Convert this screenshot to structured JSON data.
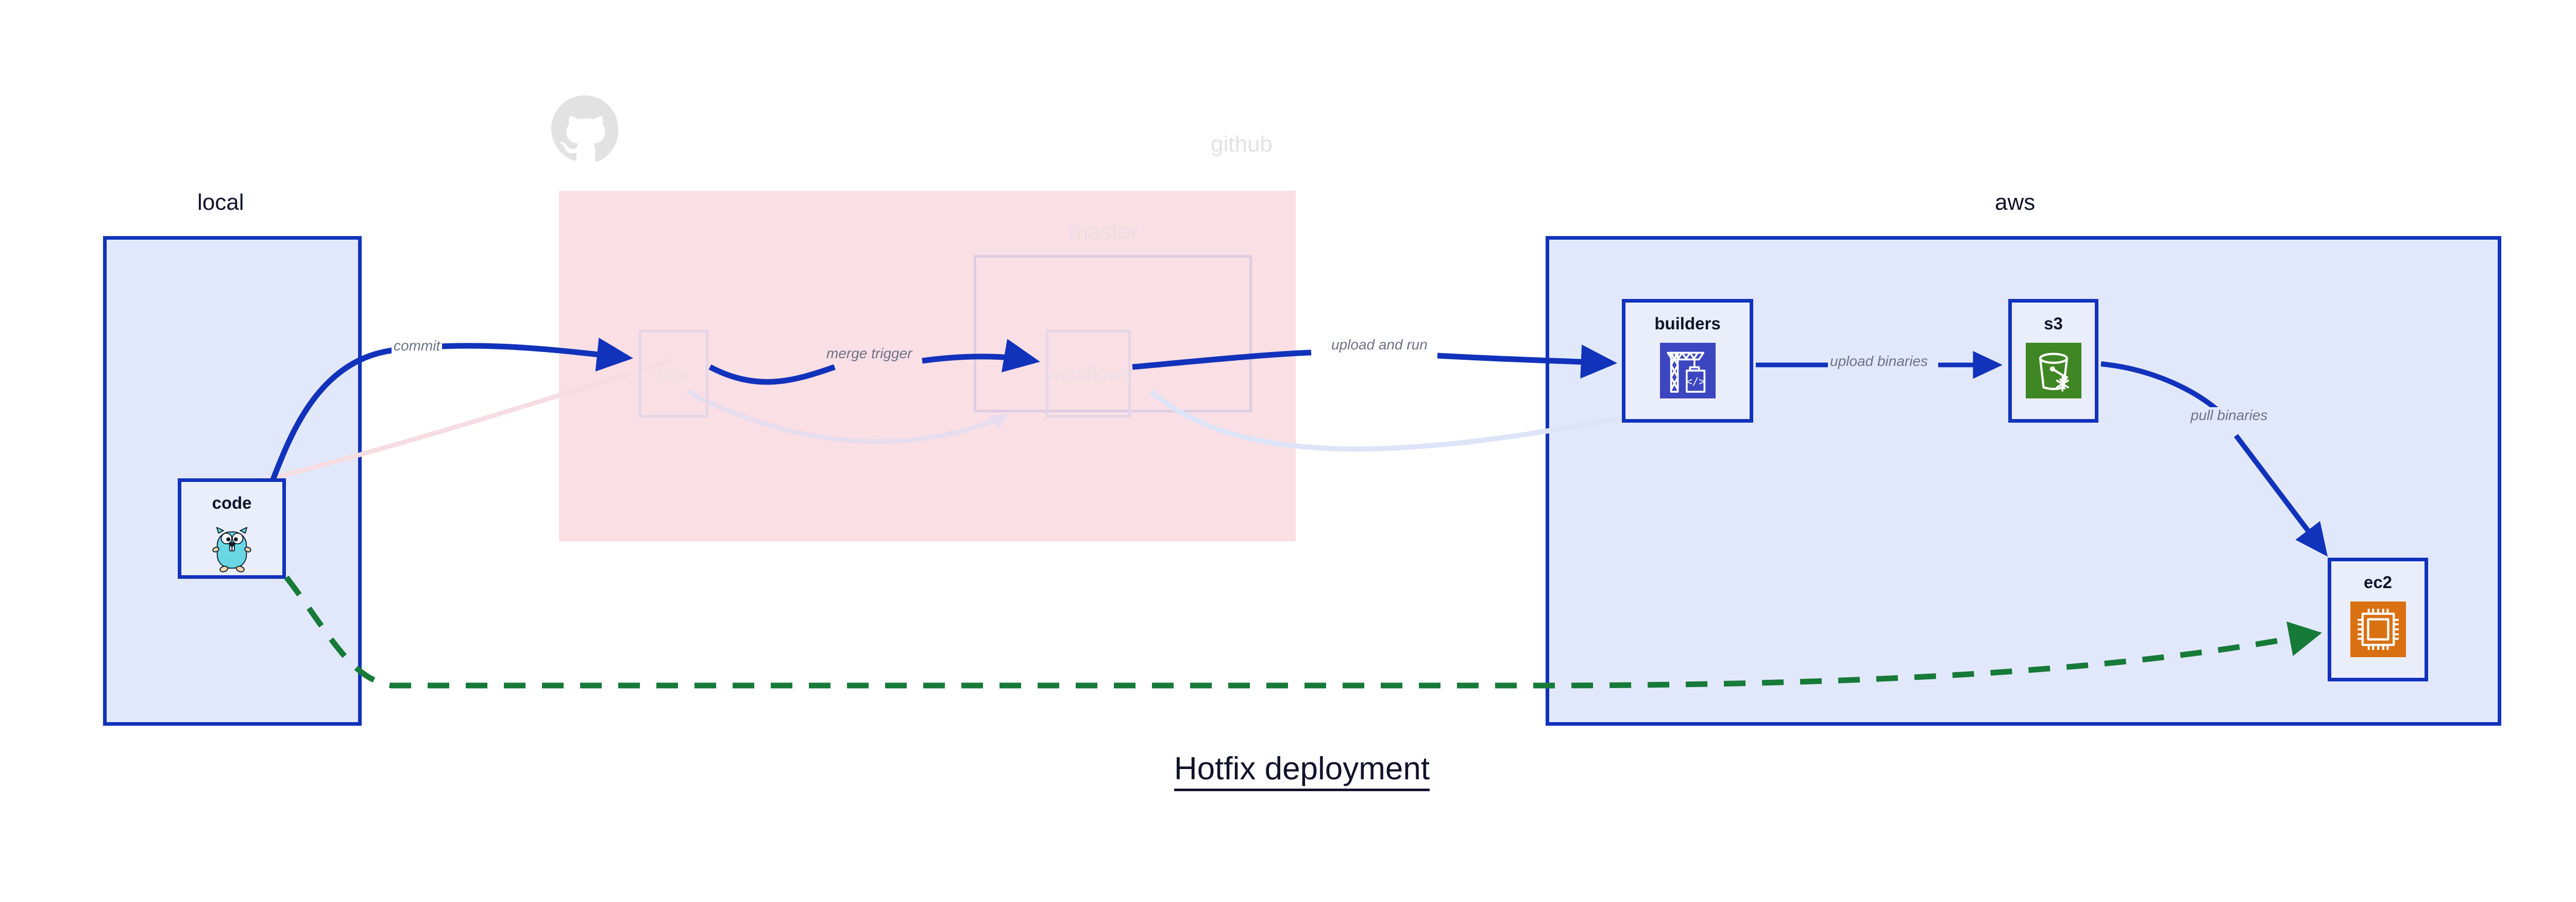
{
  "title": "Hotfix deployment",
  "colors": {
    "group_border_blue": "#1132bb",
    "group_fill_blue": "#e2e8fb",
    "group_fill_pink": "#fadfe4",
    "edge_active": "#1132bb",
    "edge_hotfix": "#167a38",
    "edge_label_text": "#6d7287",
    "faded_text": "#e2e2e2",
    "builders_icon_bg": "#3c46c0",
    "s3_icon_bg": "#3f8624",
    "ec2_icon_bg": "#d97012",
    "gopher_body": "#6ad7e5"
  },
  "groups": [
    {
      "id": "local",
      "label": "local",
      "faded": false
    },
    {
      "id": "github",
      "label": "github",
      "faded": true
    },
    {
      "id": "master",
      "label": "master",
      "faded": true
    },
    {
      "id": "aws",
      "label": "aws",
      "faded": false
    }
  ],
  "nodes": [
    {
      "id": "code",
      "label": "code",
      "icon": "go-gopher-icon",
      "faded": false
    },
    {
      "id": "dev",
      "label": "dev",
      "icon": "none",
      "faded": true
    },
    {
      "id": "workflows",
      "label": "workflows",
      "icon": "none",
      "faded": true
    },
    {
      "id": "builders",
      "label": "builders",
      "icon": "aws-codebuild-icon",
      "faded": false
    },
    {
      "id": "s3",
      "label": "s3",
      "icon": "aws-s3-glacier-icon",
      "faded": false
    },
    {
      "id": "ec2",
      "label": "ec2",
      "icon": "aws-ec2-icon",
      "faded": false
    }
  ],
  "edges": [
    {
      "id": "commit",
      "label": "commit",
      "from": "code",
      "to": "dev",
      "style": "solid",
      "color": "#1132bb",
      "state": "active"
    },
    {
      "id": "merge-trigger",
      "label": "merge trigger",
      "from": "dev",
      "to": "workflows",
      "style": "solid",
      "color": "#1132bb",
      "state": "active"
    },
    {
      "id": "upload-and-run",
      "label": "upload and run",
      "from": "workflows",
      "to": "builders",
      "style": "solid",
      "color": "#1132bb",
      "state": "active"
    },
    {
      "id": "upload-binaries",
      "label": "upload binaries",
      "from": "builders",
      "to": "s3",
      "style": "solid",
      "color": "#1132bb",
      "state": "active"
    },
    {
      "id": "pull-binaries",
      "label": "pull binaries",
      "from": "s3",
      "to": "ec2",
      "style": "solid",
      "color": "#1132bb",
      "state": "active"
    },
    {
      "id": "hotfix-direct",
      "label": "",
      "from": "code",
      "to": "ec2",
      "style": "dashed",
      "color": "#167a38",
      "state": "active"
    },
    {
      "id": "faded-code-dev",
      "label": "",
      "from": "code",
      "to": "dev",
      "style": "solid",
      "color": "#f6dde2",
      "state": "faded"
    },
    {
      "id": "faded-dev-wf",
      "label": "",
      "from": "dev",
      "to": "workflows",
      "style": "solid",
      "color": "#e6ddee",
      "state": "faded"
    },
    {
      "id": "faded-wf-build",
      "label": "",
      "from": "workflows",
      "to": "builders",
      "style": "solid",
      "color": "#dde4f7",
      "state": "faded"
    }
  ],
  "icons": {
    "github_logo": "github-octocat-icon"
  }
}
